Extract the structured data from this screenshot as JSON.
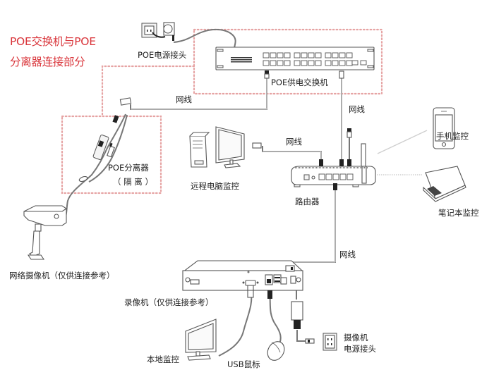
{
  "title": {
    "line1": "POE交换机与POE",
    "line2": "分离器连接部分",
    "color": "#d9343a"
  },
  "highlight_color": "#e6a3a3",
  "labels": {
    "poe_power_plug": "POE电源接头",
    "poe_switch": "POE供电交换机",
    "cable_switch_splitter": "网线",
    "cable_switch_router": "网线",
    "cable_pc_router": "网线",
    "cable_router_nvr": "网线",
    "poe_splitter_line1": "POE分离器",
    "poe_splitter_line2": "（ 隔 离 ）",
    "remote_pc": "远程电脑监控",
    "router": "路由器",
    "phone": "手机监控",
    "laptop": "笔记本监控",
    "ip_camera": "网络摄像机（仅供连接参考）",
    "nvr": "录像机（仅供连接参考）",
    "local_monitor": "本地监控",
    "usb_mouse": "USB鼠标",
    "camera_power_line1": "摄像机",
    "camera_power_line2": "电源接头"
  },
  "nodes": [
    {
      "id": "wall-socket-top",
      "icon": "power-outlet-icon"
    },
    {
      "id": "poe-power-adapter",
      "icon": "power-adapter-icon"
    },
    {
      "id": "poe-switch",
      "icon": "network-switch-icon",
      "rj45_ports": 24,
      "uplink_ports": 2
    },
    {
      "id": "poe-splitter",
      "icon": "poe-splitter-icon"
    },
    {
      "id": "ip-camera",
      "icon": "bullet-camera-icon"
    },
    {
      "id": "remote-pc",
      "icon": "desktop-computer-icon"
    },
    {
      "id": "router",
      "icon": "wifi-router-icon",
      "lan_ports": 5
    },
    {
      "id": "phone",
      "icon": "smartphone-icon"
    },
    {
      "id": "laptop",
      "icon": "laptop-icon"
    },
    {
      "id": "nvr",
      "icon": "nvr-recorder-icon"
    },
    {
      "id": "local-monitor",
      "icon": "monitor-icon"
    },
    {
      "id": "usb-mouse",
      "icon": "mouse-icon"
    },
    {
      "id": "nvr-power-adapter",
      "icon": "power-adapter-icon"
    },
    {
      "id": "wall-socket-bottom",
      "icon": "power-outlet-icon"
    }
  ],
  "connections": [
    {
      "from": "wall-socket-top",
      "to": "poe-switch",
      "type": "power"
    },
    {
      "from": "poe-switch",
      "to": "poe-splitter",
      "type": "ethernet",
      "label": "网线"
    },
    {
      "from": "poe-splitter",
      "to": "ip-camera",
      "type": "ethernet+power"
    },
    {
      "from": "poe-switch",
      "to": "router",
      "type": "ethernet",
      "label": "网线"
    },
    {
      "from": "remote-pc",
      "to": "router",
      "type": "ethernet",
      "label": "网线"
    },
    {
      "from": "router",
      "to": "phone",
      "type": "wireless"
    },
    {
      "from": "router",
      "to": "laptop",
      "type": "wireless"
    },
    {
      "from": "router",
      "to": "nvr",
      "type": "ethernet",
      "label": "网线"
    },
    {
      "from": "nvr",
      "to": "local-monitor",
      "type": "vga"
    },
    {
      "from": "nvr",
      "to": "usb-mouse",
      "type": "usb"
    },
    {
      "from": "nvr",
      "to": "wall-socket-bottom",
      "type": "power"
    }
  ]
}
